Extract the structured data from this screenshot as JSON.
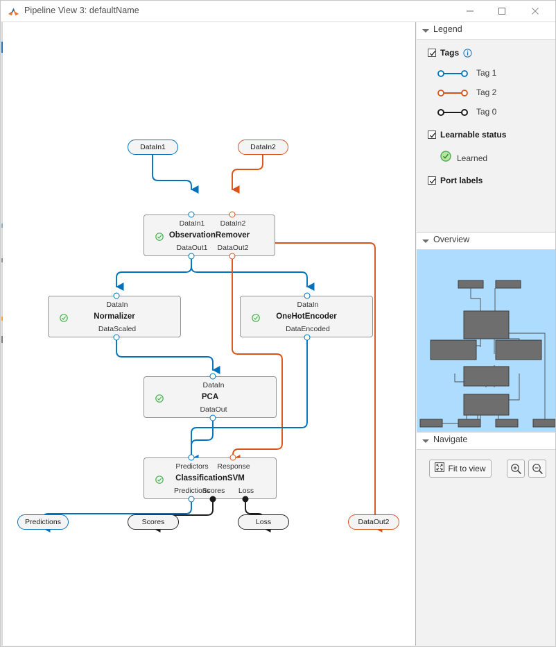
{
  "window": {
    "title": "Pipeline View 3: defaultName",
    "icon": "matlab-logo-icon",
    "minimize_label": "Minimize",
    "maximize_label": "Maximize",
    "close_label": "Close"
  },
  "colors": {
    "tag1": "#0072bd",
    "tag2": "#d95319",
    "tag0": "#1a1a1a",
    "learned": "#4caf50",
    "overview_bg": "#addcff",
    "node_fill": "#f4f4f4",
    "node_border": "#949494"
  },
  "legend": {
    "title": "Legend",
    "tags": {
      "label": "Tags",
      "checked": true,
      "info_tooltip": "Tags"
    },
    "tag_items": [
      {
        "label": "Tag 1",
        "color": "#0072bd"
      },
      {
        "label": "Tag 2",
        "color": "#d95319"
      },
      {
        "label": "Tag 0",
        "color": "#1a1a1a"
      }
    ],
    "learnable_status": {
      "label": "Learnable status",
      "checked": true
    },
    "learned": {
      "label": "Learned",
      "color": "#4caf50"
    },
    "port_labels": {
      "label": "Port labels",
      "checked": true
    }
  },
  "overview": {
    "title": "Overview"
  },
  "navigate": {
    "title": "Navigate",
    "fit_to_view": "Fit to view",
    "zoom_in": "Zoom in",
    "zoom_out": "Zoom out"
  },
  "diagram": {
    "inputs": [
      {
        "id": "in1",
        "label": "DataIn1",
        "color": "#0072bd"
      },
      {
        "id": "in2",
        "label": "DataIn2",
        "color": "#d95319"
      }
    ],
    "blocks": [
      {
        "id": "observationremover",
        "name": "ObservationRemover",
        "status": "Learned",
        "inputs": [
          "DataIn1",
          "DataIn2"
        ],
        "outputs": [
          "DataOut1",
          "DataOut2"
        ]
      },
      {
        "id": "normalizer",
        "name": "Normalizer",
        "status": "Learned",
        "inputs": [
          "DataIn"
        ],
        "outputs": [
          "DataScaled"
        ]
      },
      {
        "id": "onehotencoder",
        "name": "OneHotEncoder",
        "status": "Learned",
        "inputs": [
          "DataIn"
        ],
        "outputs": [
          "DataEncoded"
        ]
      },
      {
        "id": "pca",
        "name": "PCA",
        "status": "Learned",
        "inputs": [
          "DataIn"
        ],
        "outputs": [
          "DataOut"
        ]
      },
      {
        "id": "classificationsvm",
        "name": "ClassificationSVM",
        "status": "Learned",
        "inputs": [
          "Predictors",
          "Response"
        ],
        "outputs": [
          "Predictions",
          "Scores",
          "Loss"
        ]
      }
    ],
    "outputs": [
      {
        "id": "predictions",
        "label": "Predictions",
        "color": "#0072bd"
      },
      {
        "id": "scores",
        "label": "Scores",
        "color": "#222222"
      },
      {
        "id": "loss",
        "label": "Loss",
        "color": "#222222"
      },
      {
        "id": "dataout2",
        "label": "DataOut2",
        "color": "#d95319"
      }
    ],
    "connections": [
      {
        "from": "DataIn1",
        "to": "ObservationRemover.DataIn1",
        "tag": "Tag 1"
      },
      {
        "from": "DataIn2",
        "to": "ObservationRemover.DataIn2",
        "tag": "Tag 2"
      },
      {
        "from": "ObservationRemover.DataOut1",
        "to": "Normalizer.DataIn",
        "tag": "Tag 1"
      },
      {
        "from": "ObservationRemover.DataOut1",
        "to": "OneHotEncoder.DataIn",
        "tag": "Tag 1"
      },
      {
        "from": "ObservationRemover.DataOut2",
        "to": "ClassificationSVM.Response",
        "tag": "Tag 2"
      },
      {
        "from": "ObservationRemover.DataOut2",
        "to": "DataOut2",
        "tag": "Tag 2"
      },
      {
        "from": "Normalizer.DataScaled",
        "to": "PCA.DataIn",
        "tag": "Tag 1"
      },
      {
        "from": "OneHotEncoder.DataEncoded",
        "to": "ClassificationSVM.Predictors",
        "tag": "Tag 1"
      },
      {
        "from": "PCA.DataOut",
        "to": "ClassificationSVM.Predictors",
        "tag": "Tag 1"
      },
      {
        "from": "ClassificationSVM.Predictions",
        "to": "Predictions",
        "tag": "Tag 1"
      },
      {
        "from": "ClassificationSVM.Scores",
        "to": "Scores",
        "tag": "Tag 0"
      },
      {
        "from": "ClassificationSVM.Loss",
        "to": "Loss",
        "tag": "Tag 0"
      }
    ]
  }
}
